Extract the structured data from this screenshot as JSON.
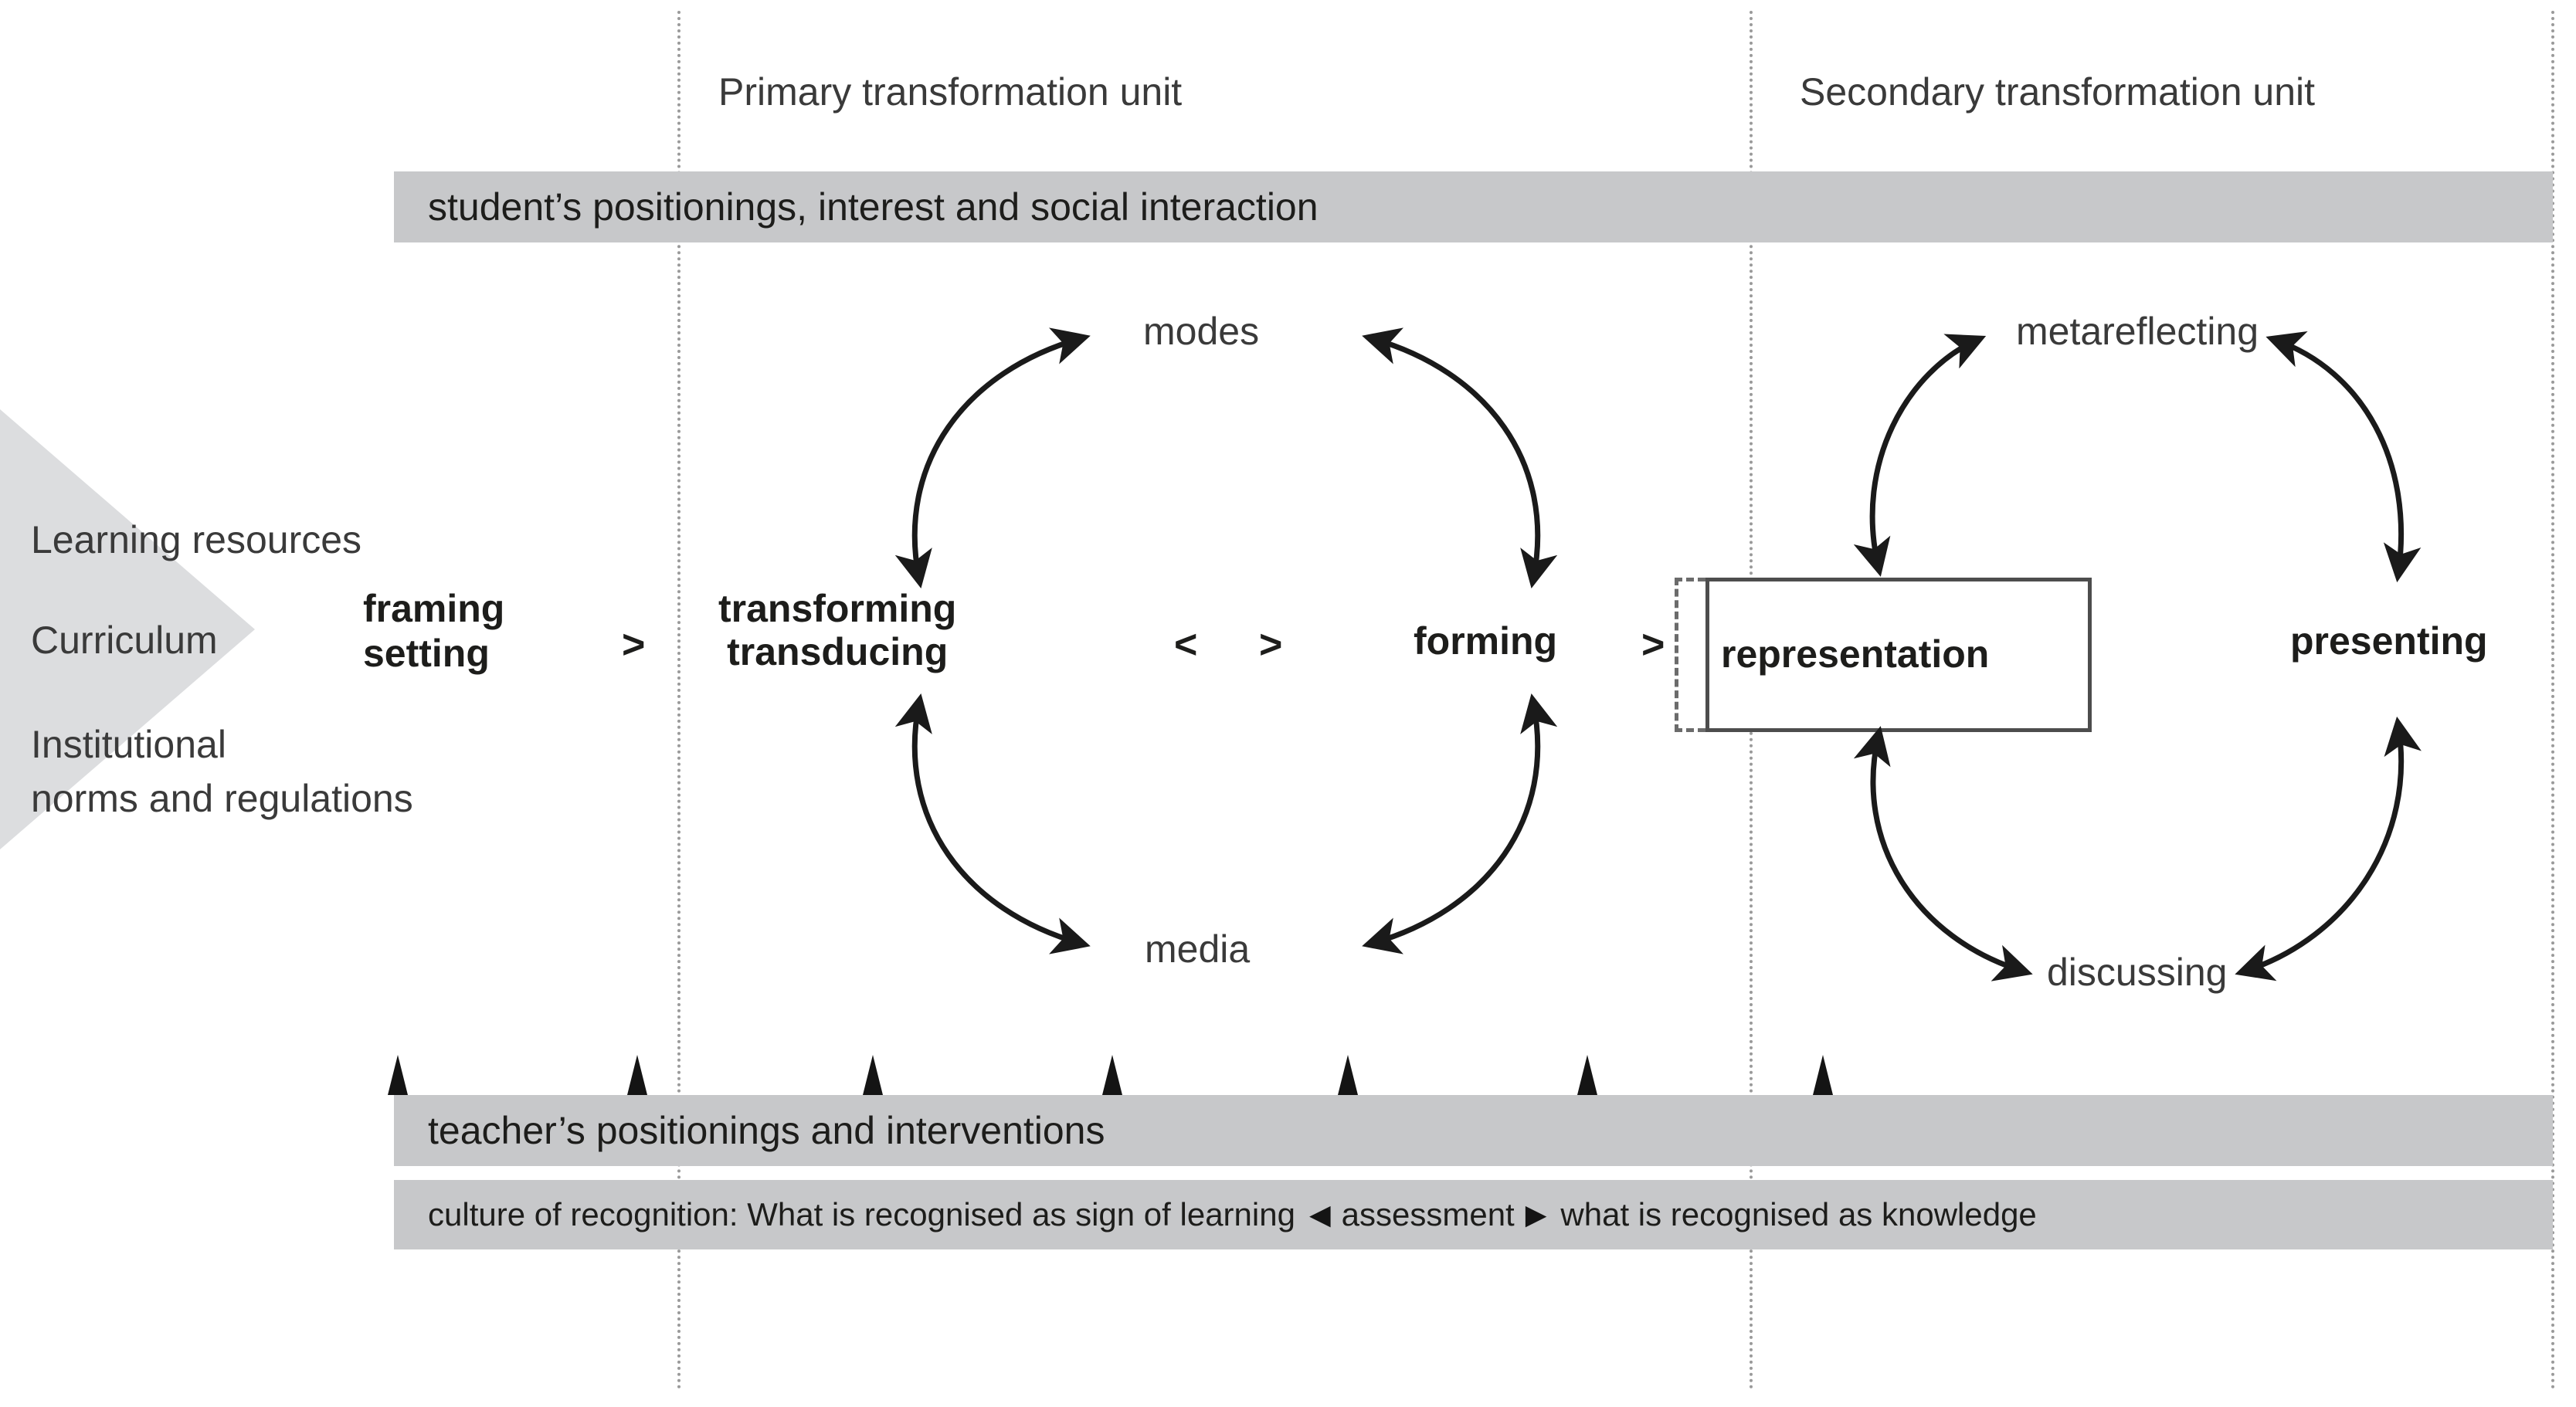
{
  "columns": [
    {
      "label": "Primary transformation unit"
    },
    {
      "label": "Secondary transformation unit"
    }
  ],
  "bands": {
    "student": "student’s positionings, interest and social interaction",
    "teacher": "teacher’s positionings and interventions",
    "culture_part1": "culture of recognition: What is recognised as sign of learning",
    "culture_arrow_left": "◀",
    "culture_mid": "assessment",
    "culture_arrow_right": "▶",
    "culture_part2": "what is recognised as knowledge"
  },
  "inputs": {
    "lines": [
      "Learning resources",
      "Curriculum",
      "Institutional",
      "norms and regulations"
    ],
    "framing": "framing",
    "setting": "setting",
    "chevron": ">"
  },
  "primary_cycle": {
    "top": "modes",
    "bottom": "media",
    "left_line1": "transforming",
    "left_line2": "transducing",
    "right": "forming",
    "center_left_chevron": "<",
    "center_right_chevron": ">",
    "forming_chevron": ">"
  },
  "representation": {
    "label": "representation"
  },
  "secondary_cycle": {
    "top": "metareflecting",
    "bottom": "discussing",
    "right": "presenting"
  },
  "colors": {
    "band_grey": "#c7c8ca",
    "wedge_grey": "#dcdddf",
    "divider_grey": "#9a9a9a",
    "text_dark": "#1d1d1b",
    "text_mid": "#3a3a3a",
    "arrow_black": "#1a1a1a",
    "box_stroke": "#4d4d4d"
  },
  "ticks": [
    515,
    825,
    1130,
    1440,
    1745,
    2055,
    2360
  ]
}
